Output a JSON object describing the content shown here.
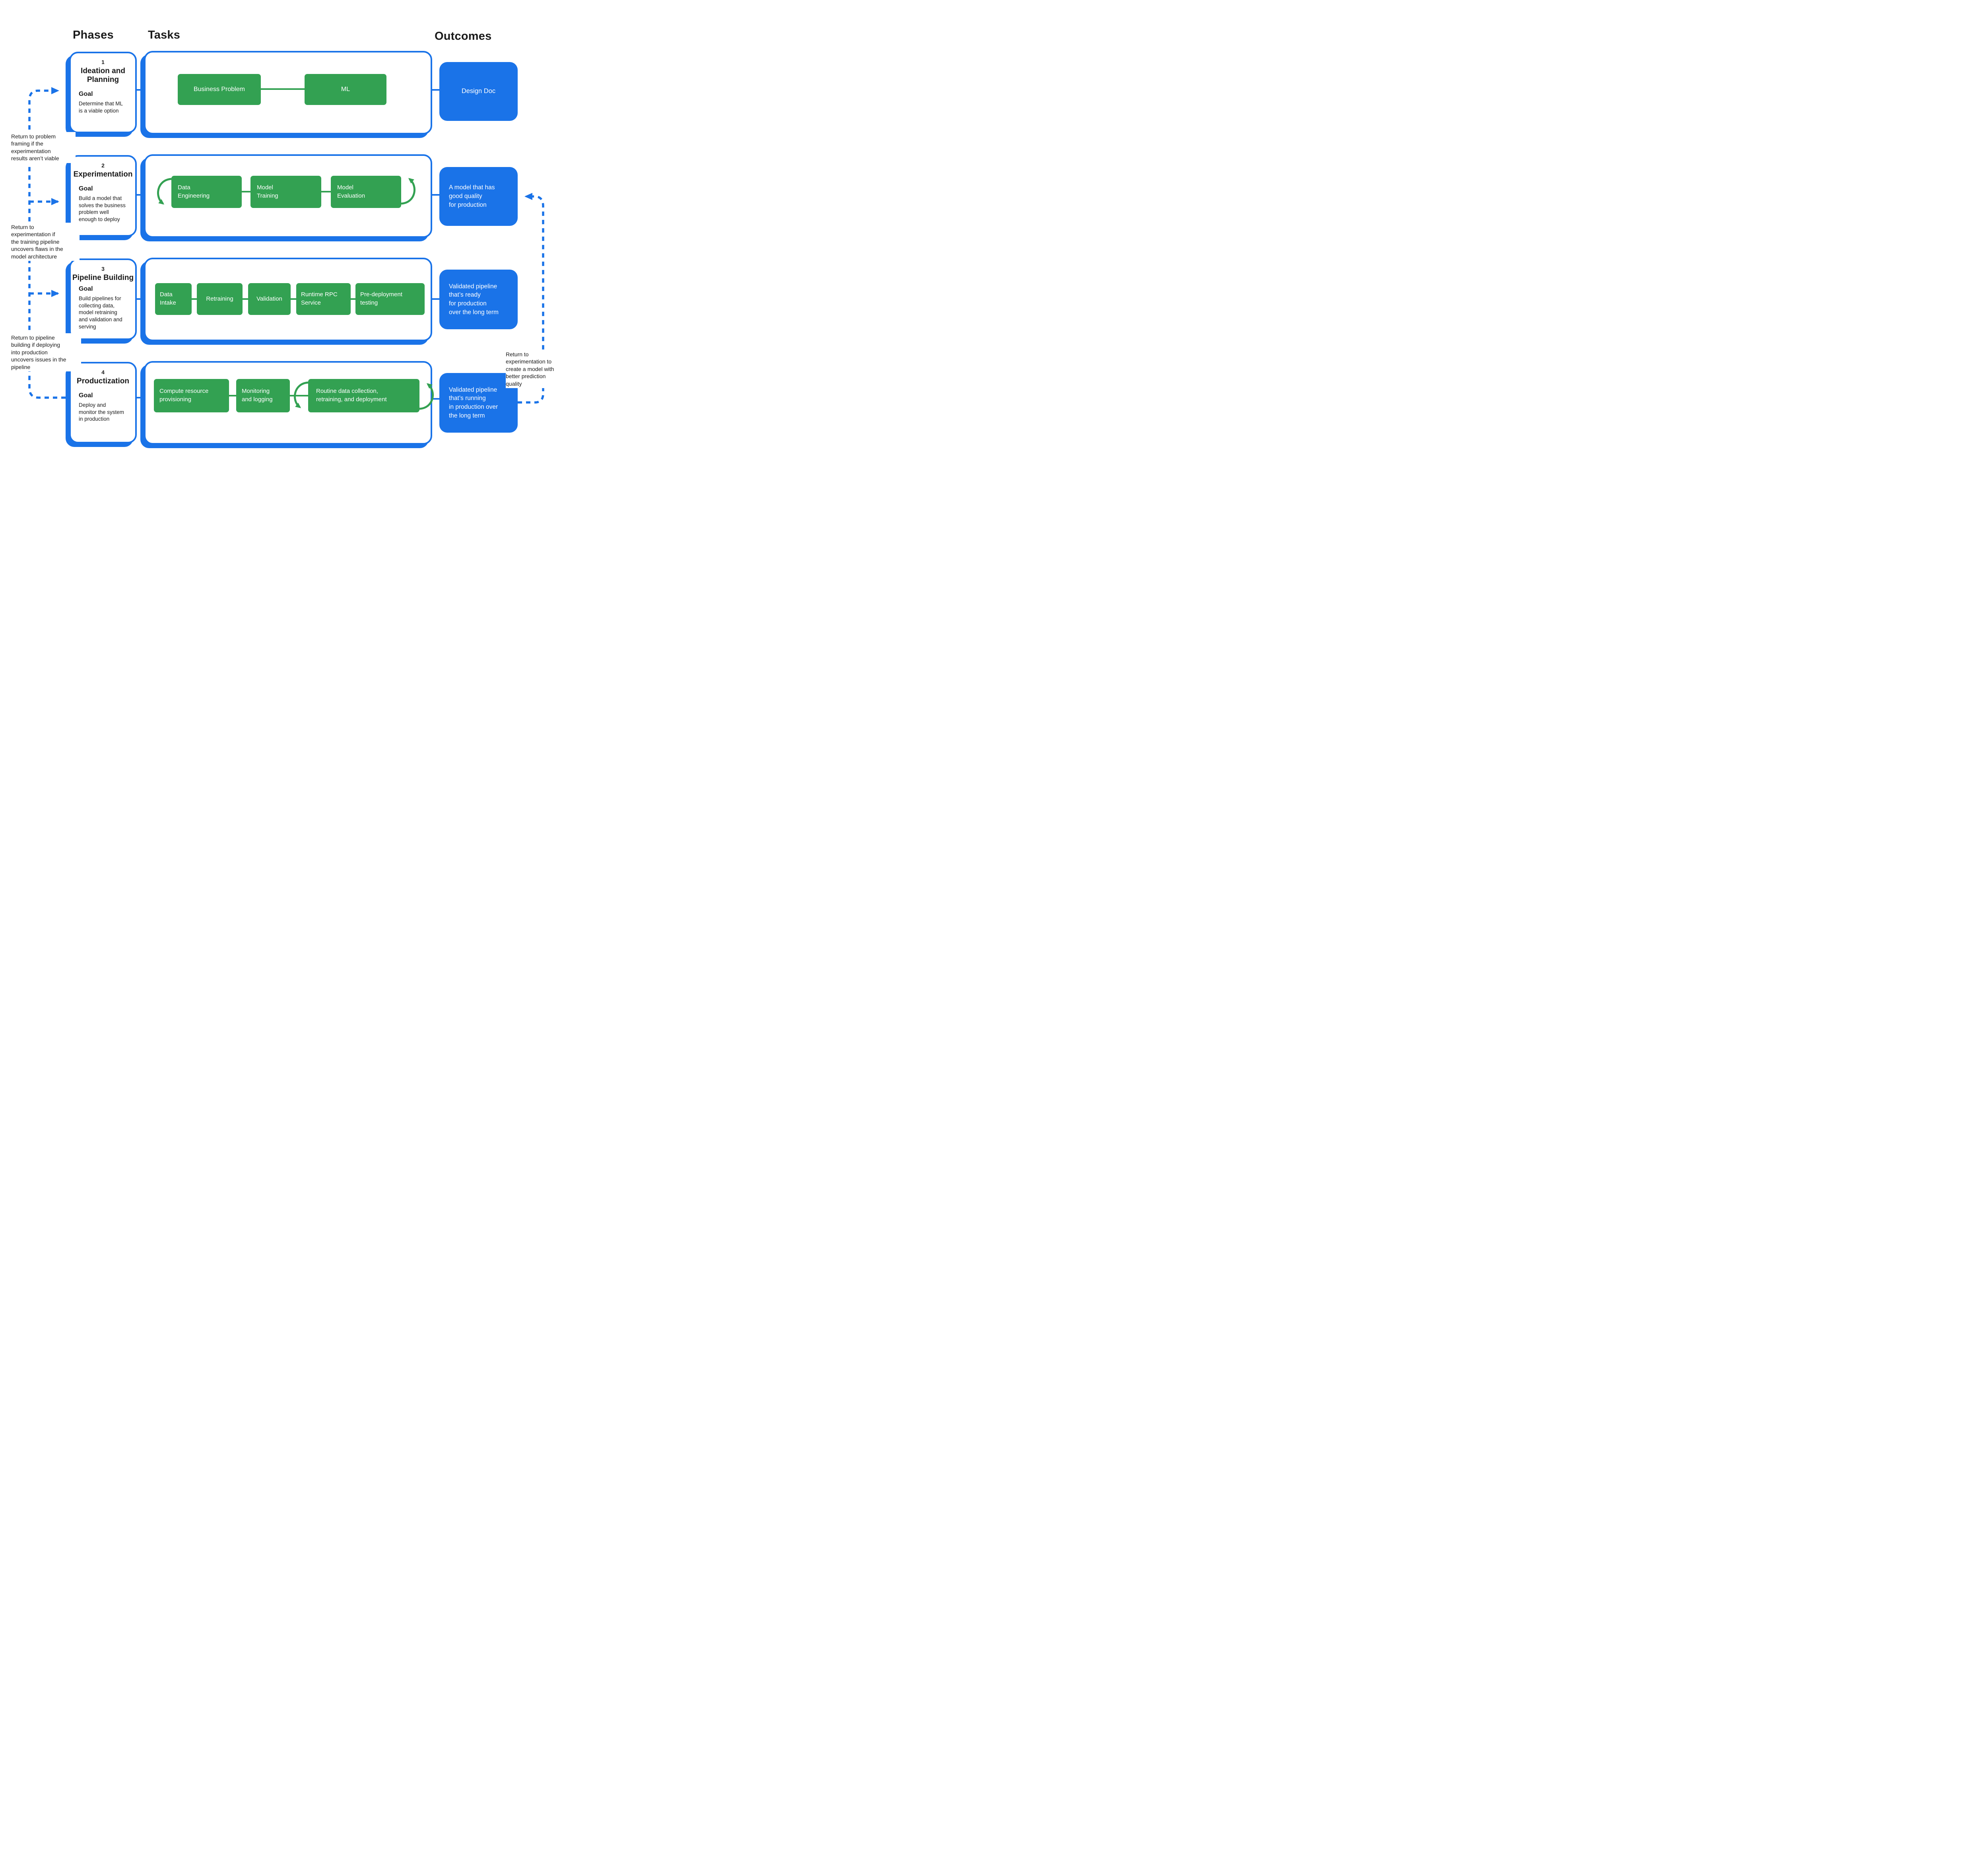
{
  "headers": {
    "phases": "Phases",
    "tasks": "Tasks",
    "outcomes": "Outcomes"
  },
  "colors": {
    "accent_blue": "#1A73E8",
    "task_green": "#33A152"
  },
  "phases": [
    {
      "number": "1",
      "title": "Ideation and\nPlanning",
      "goal_label": "Goal",
      "goal": "Determine that ML\nis a viable option",
      "tasks": [
        "Business Problem",
        "ML"
      ],
      "outcome": "Design Doc"
    },
    {
      "number": "2",
      "title": "Experimentation",
      "goal_label": "Goal",
      "goal": "Build a model that\nsolves the business\nproblem well\nenough to deploy",
      "tasks": [
        "Data\nEngineering",
        "Model\nTraining",
        "Model\nEvaluation"
      ],
      "outcome": "A model that has\ngood quality\nfor production"
    },
    {
      "number": "3",
      "title": "Pipeline Building",
      "goal_label": "Goal",
      "goal": "Build pipelines for\ncollecting data,\nmodel retraining\nand validation and\nserving",
      "tasks": [
        "Data\nIntake",
        "Retraining",
        "Validation",
        "Runtime RPC\nService",
        "Pre-deployment\ntesting"
      ],
      "outcome": "Validated pipeline\nthat’s ready\nfor production\nover the long term"
    },
    {
      "number": "4",
      "title": "Productization",
      "goal_label": "Goal",
      "goal": "Deploy and\nmonitor the system\nin production",
      "tasks": [
        "Compute resource\nprovisioning",
        "Monitoring\nand logging",
        "Routine data collection,\nretraining, and deployment"
      ],
      "outcome": "Validated pipeline\nthat’s running\nin production over\nthe long term"
    }
  ],
  "annotations": {
    "left": [
      "Return to problem\nframing if the\nexperimentation\nresults aren’t viable",
      "Return to\nexperimentation if\nthe training pipeline\nuncovers flaws in the\nmodel architecture",
      "Return to pipeline\nbuilding if deploying\ninto production\nuncovers issues in the\npipeline"
    ],
    "right": "Return to\nexperimentation to\ncreate a model with\nbetter prediction\nquality"
  }
}
